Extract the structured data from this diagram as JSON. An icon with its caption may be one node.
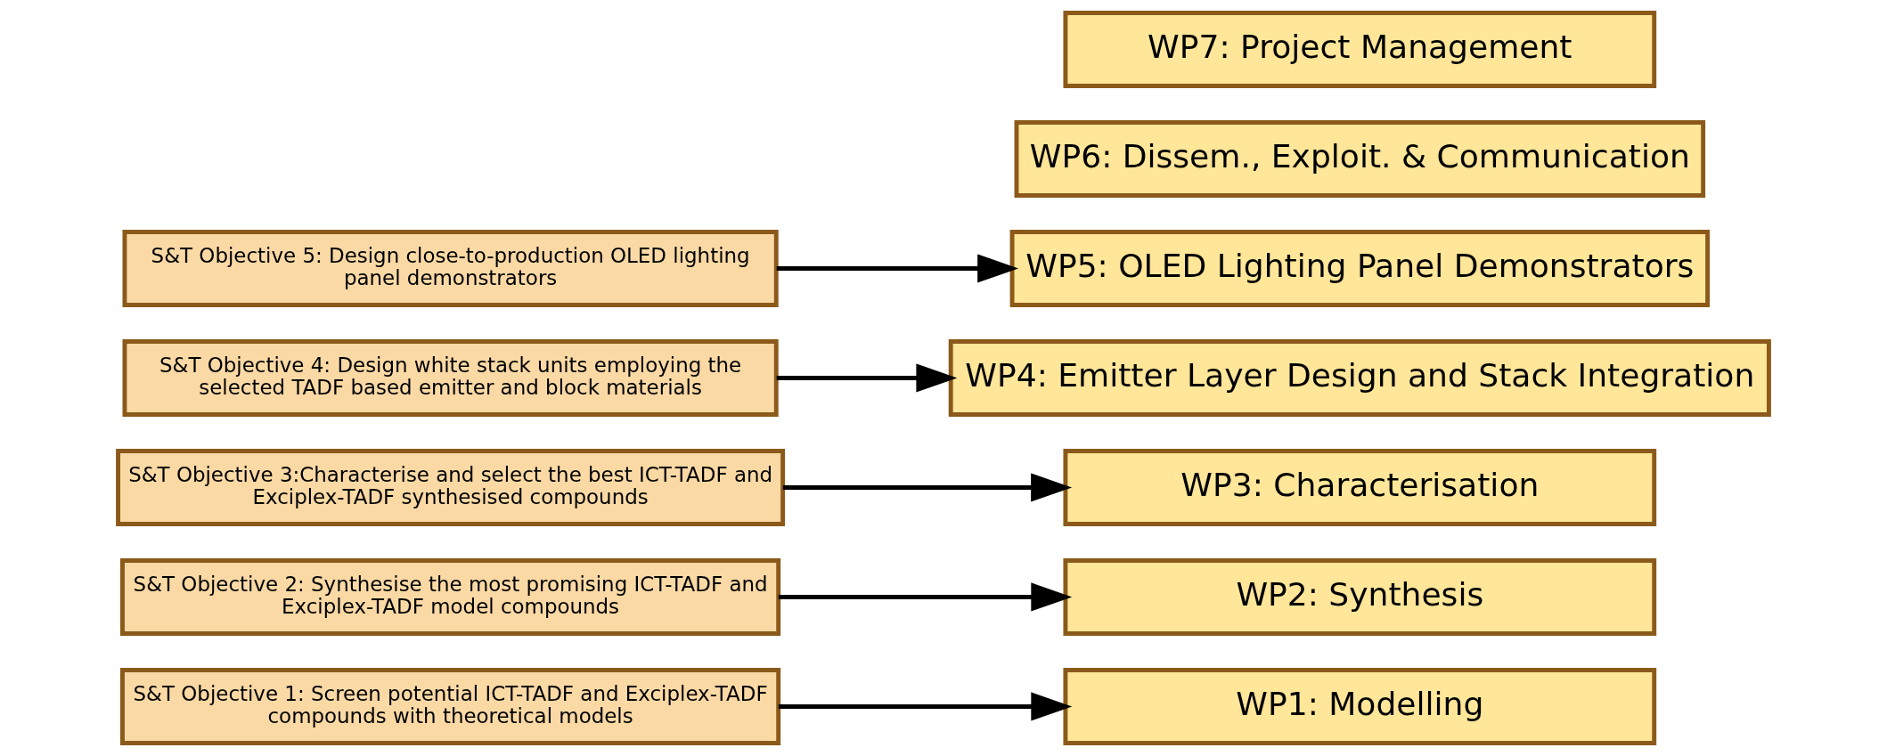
{
  "diagram": {
    "nodes": [
      {
        "text": [
          "S&T Objective 1: Screen potential ICT-TADF and Exciplex-TADF compounds with theoretical models"
        ]
      },
      {
        "text": [
          "WP1: Modelling"
        ]
      },
      {
        "text": [
          "S&T Objective 2: Synthesise the most promising ICT-TADF and Exciplex-TADF model compounds"
        ]
      },
      {
        "text": [
          "WP2: Synthesis"
        ]
      },
      {
        "text": [
          "S&T Objective 3:Characterise and select the best ICT-TADF and Exciplex-TADF synthesised compounds"
        ]
      },
      {
        "text": [
          "WP3: Characterisation"
        ]
      },
      {
        "text": [
          "S&T Objective 4: Design white stack units employing the selected TADF based emitter and block materials"
        ]
      },
      {
        "text": [
          "WP4: Emitter Layer Design and Stack Integration"
        ]
      },
      {
        "text": [
          "S&T Objective 5: Design close-to-production OLED lighting panel demonstrators"
        ]
      },
      {
        "text": [
          "WP5: OLED Lighting Panel Demonstrators"
        ]
      },
      {
        "text": [
          "WP6: Dissem., Exploit. & Communication"
        ]
      },
      {
        "text": [
          "WP7: Project Management"
        ]
      }
    ],
    "edges": [
      {
        "from": 0,
        "to": 1,
        "arrow": "to"
      },
      {
        "from": 2,
        "to": 3,
        "arrow": "to"
      },
      {
        "from": 4,
        "to": 5,
        "arrow": "to"
      },
      {
        "from": 6,
        "to": 7,
        "arrow": "to"
      },
      {
        "from": 8,
        "to": 9,
        "arrow": "to"
      }
    ]
  }
}
